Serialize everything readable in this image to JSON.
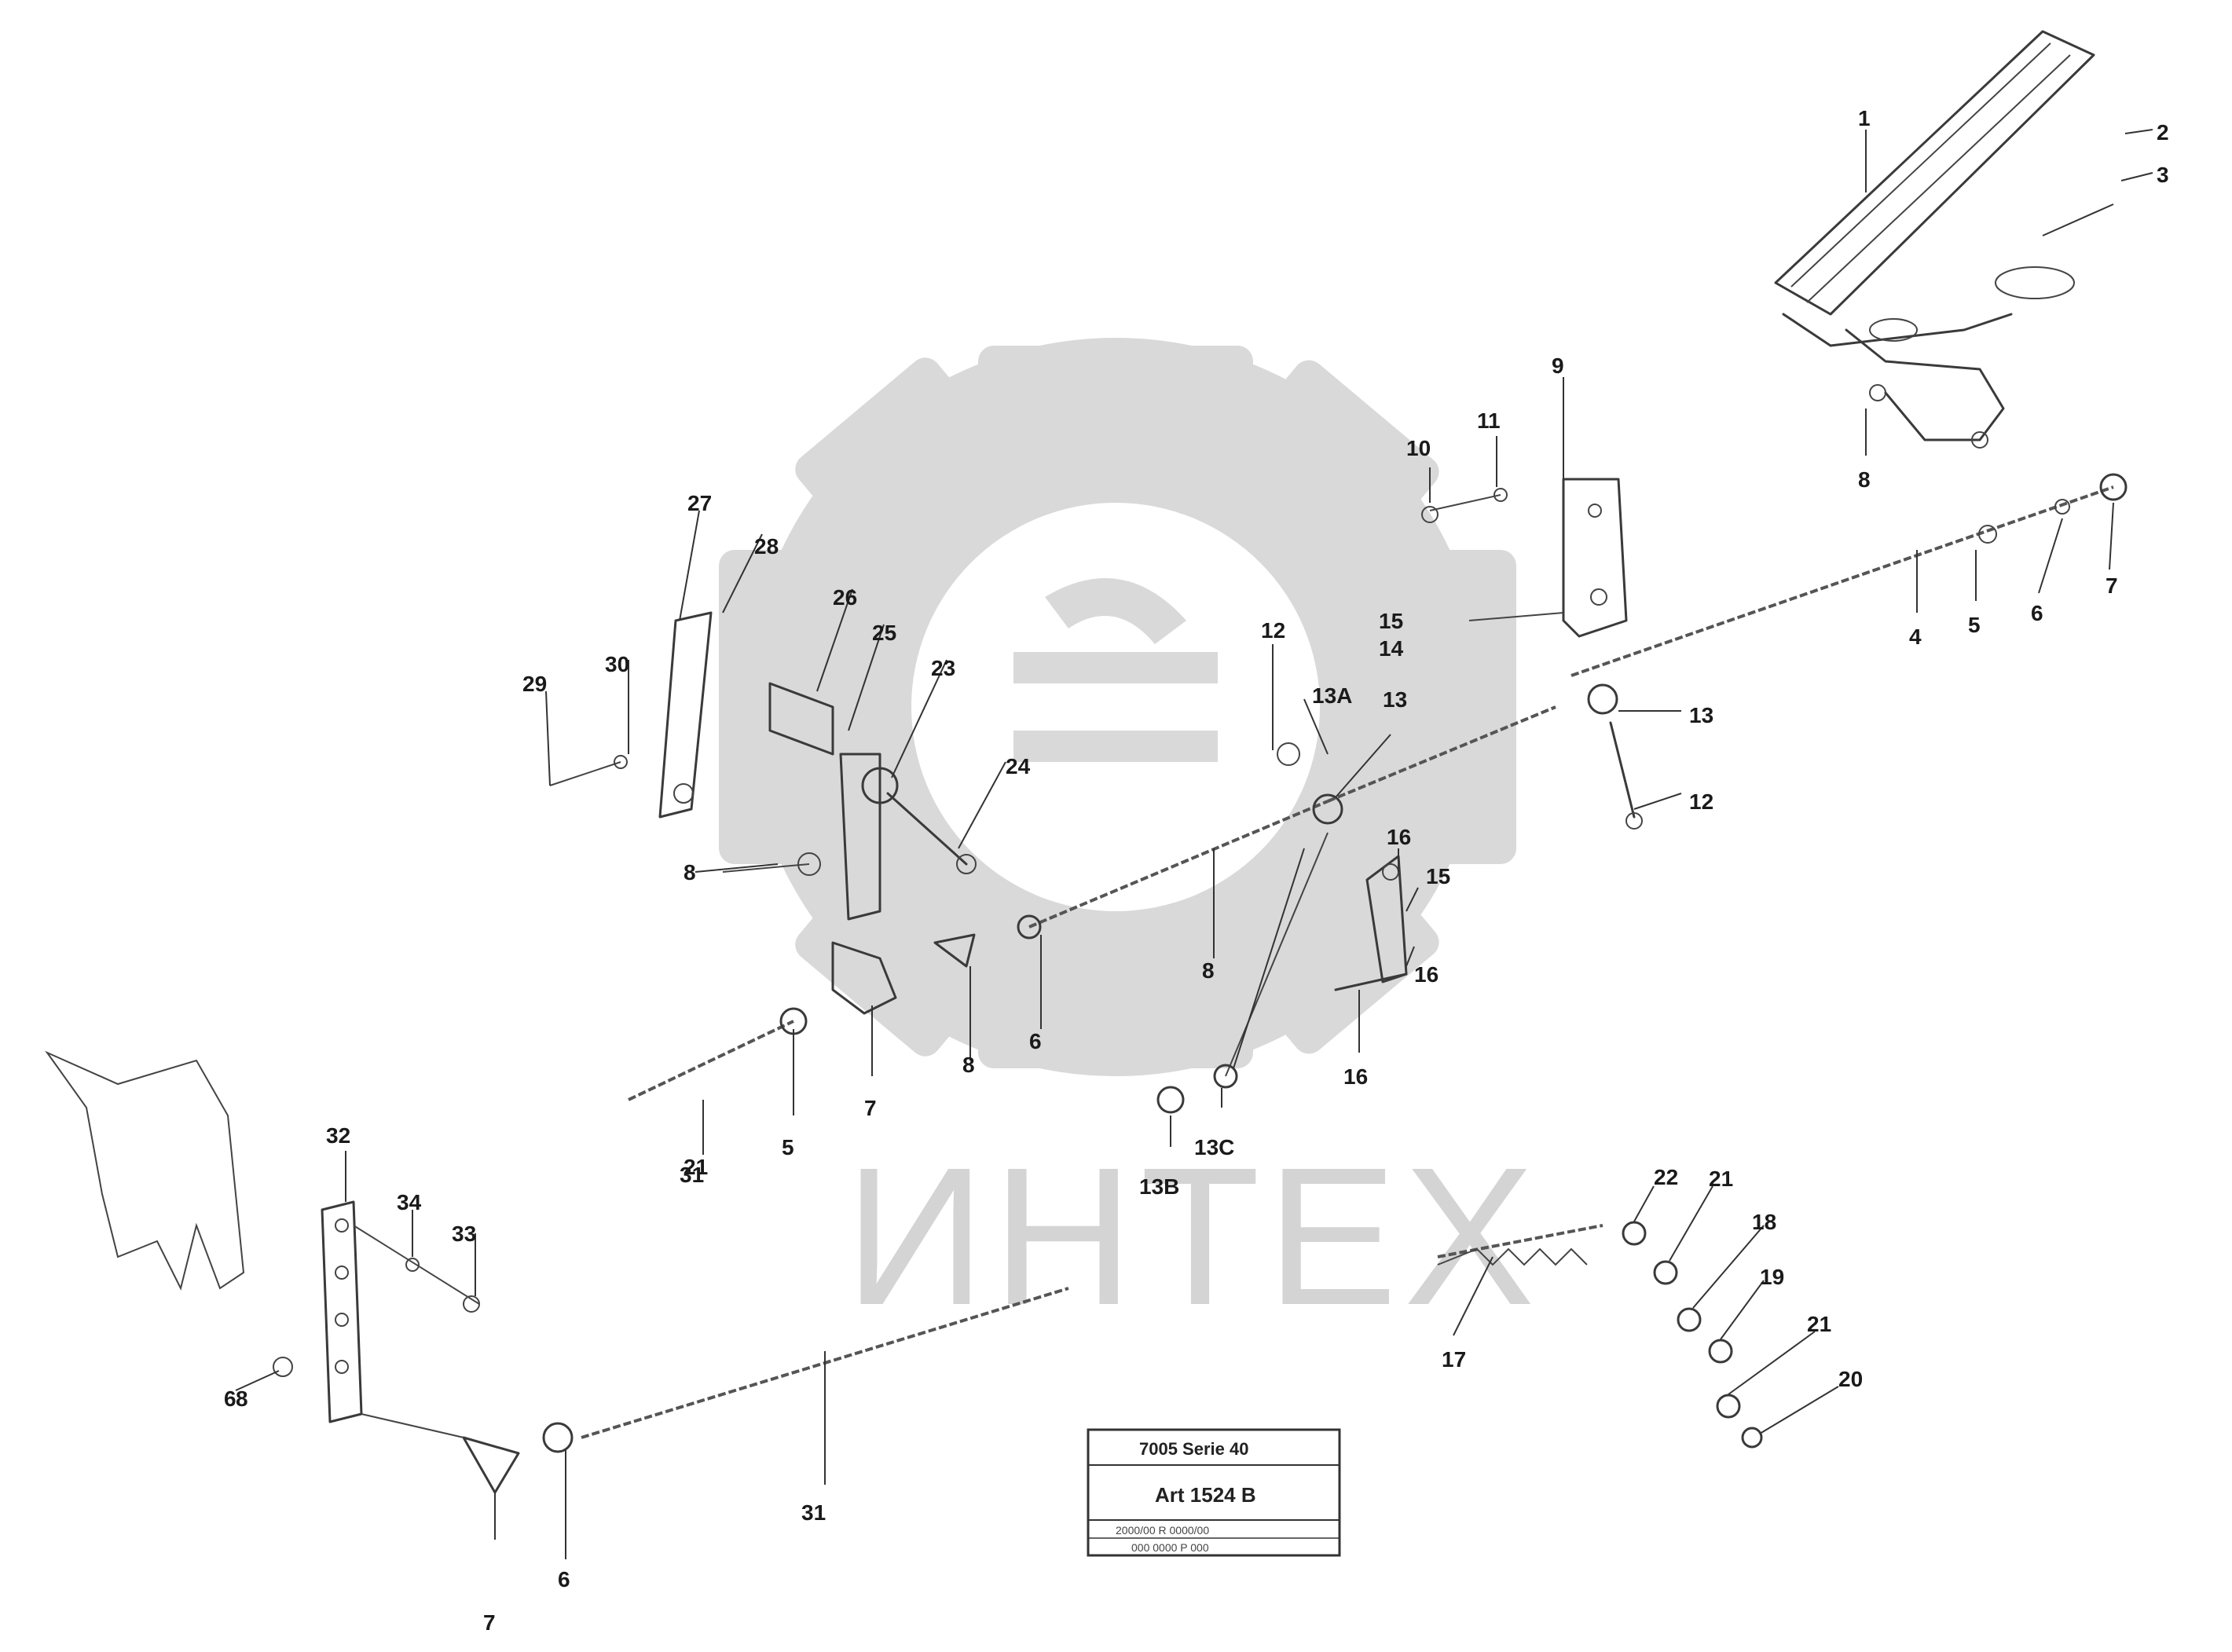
{
  "watermark": {
    "text": "ИНТЕХ"
  },
  "title_block": {
    "line1": "7005 Serie 40",
    "line2": "Art 1524 B",
    "line3": "2000/00 R 0000/00",
    "line4": "000 0000 P 000"
  },
  "callouts": [
    "1",
    "2",
    "3",
    "4",
    "5",
    "6",
    "7",
    "8",
    "9",
    "10",
    "11",
    "12",
    "12",
    "13",
    "13",
    "13A",
    "13B",
    "13C",
    "14",
    "15",
    "15",
    "16",
    "16",
    "16",
    "17",
    "18",
    "19",
    "20",
    "21",
    "21",
    "21",
    "22",
    "23",
    "24",
    "25",
    "26",
    "27",
    "28",
    "29",
    "30",
    "31",
    "31",
    "32",
    "33",
    "34",
    "5",
    "6",
    "6",
    "6",
    "7",
    "7",
    "8",
    "8",
    "8",
    "8"
  ]
}
